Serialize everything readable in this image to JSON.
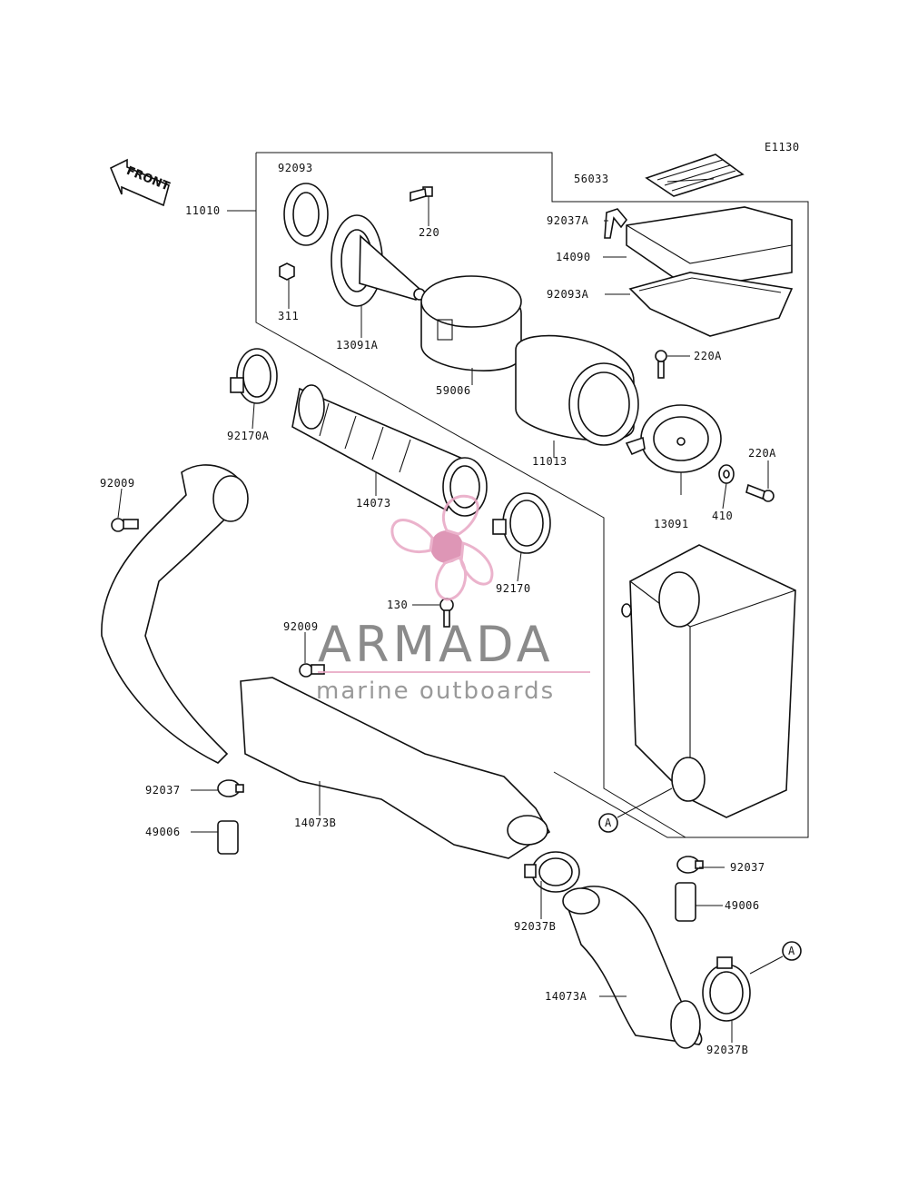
{
  "diagram": {
    "code": "E1130",
    "front_label": "FRONT",
    "callout_letter": "A",
    "watermark": {
      "name": "ARMADA",
      "tagline": "marine outboards"
    },
    "labels": [
      {
        "id": "11010",
        "text": "11010"
      },
      {
        "id": "92093",
        "text": "92093"
      },
      {
        "id": "220",
        "text": "220"
      },
      {
        "id": "311",
        "text": "311"
      },
      {
        "id": "13091A",
        "text": "13091A"
      },
      {
        "id": "59006",
        "text": "59006"
      },
      {
        "id": "11013",
        "text": "11013"
      },
      {
        "id": "56033",
        "text": "56033"
      },
      {
        "id": "92037A",
        "text": "92037A"
      },
      {
        "id": "14090",
        "text": "14090"
      },
      {
        "id": "92093A",
        "text": "92093A"
      },
      {
        "id": "220A_a",
        "text": "220A"
      },
      {
        "id": "220A_b",
        "text": "220A"
      },
      {
        "id": "410",
        "text": "410"
      },
      {
        "id": "13091",
        "text": "13091"
      },
      {
        "id": "92170A",
        "text": "92170A"
      },
      {
        "id": "14073",
        "text": "14073"
      },
      {
        "id": "92170",
        "text": "92170"
      },
      {
        "id": "92009_a",
        "text": "92009"
      },
      {
        "id": "92009_b",
        "text": "92009"
      },
      {
        "id": "130",
        "text": "130"
      },
      {
        "id": "92037_a",
        "text": "92037"
      },
      {
        "id": "49006_a",
        "text": "49006"
      },
      {
        "id": "14073B",
        "text": "14073B"
      },
      {
        "id": "92037B_a",
        "text": "92037B"
      },
      {
        "id": "92037_b",
        "text": "92037"
      },
      {
        "id": "49006_b",
        "text": "49006"
      },
      {
        "id": "14073A",
        "text": "14073A"
      },
      {
        "id": "92037B_b",
        "text": "92037B"
      }
    ],
    "colors": {
      "line": "#111111",
      "watermark_pink": "#e8a6c4",
      "watermark_gray": "#777777"
    }
  }
}
